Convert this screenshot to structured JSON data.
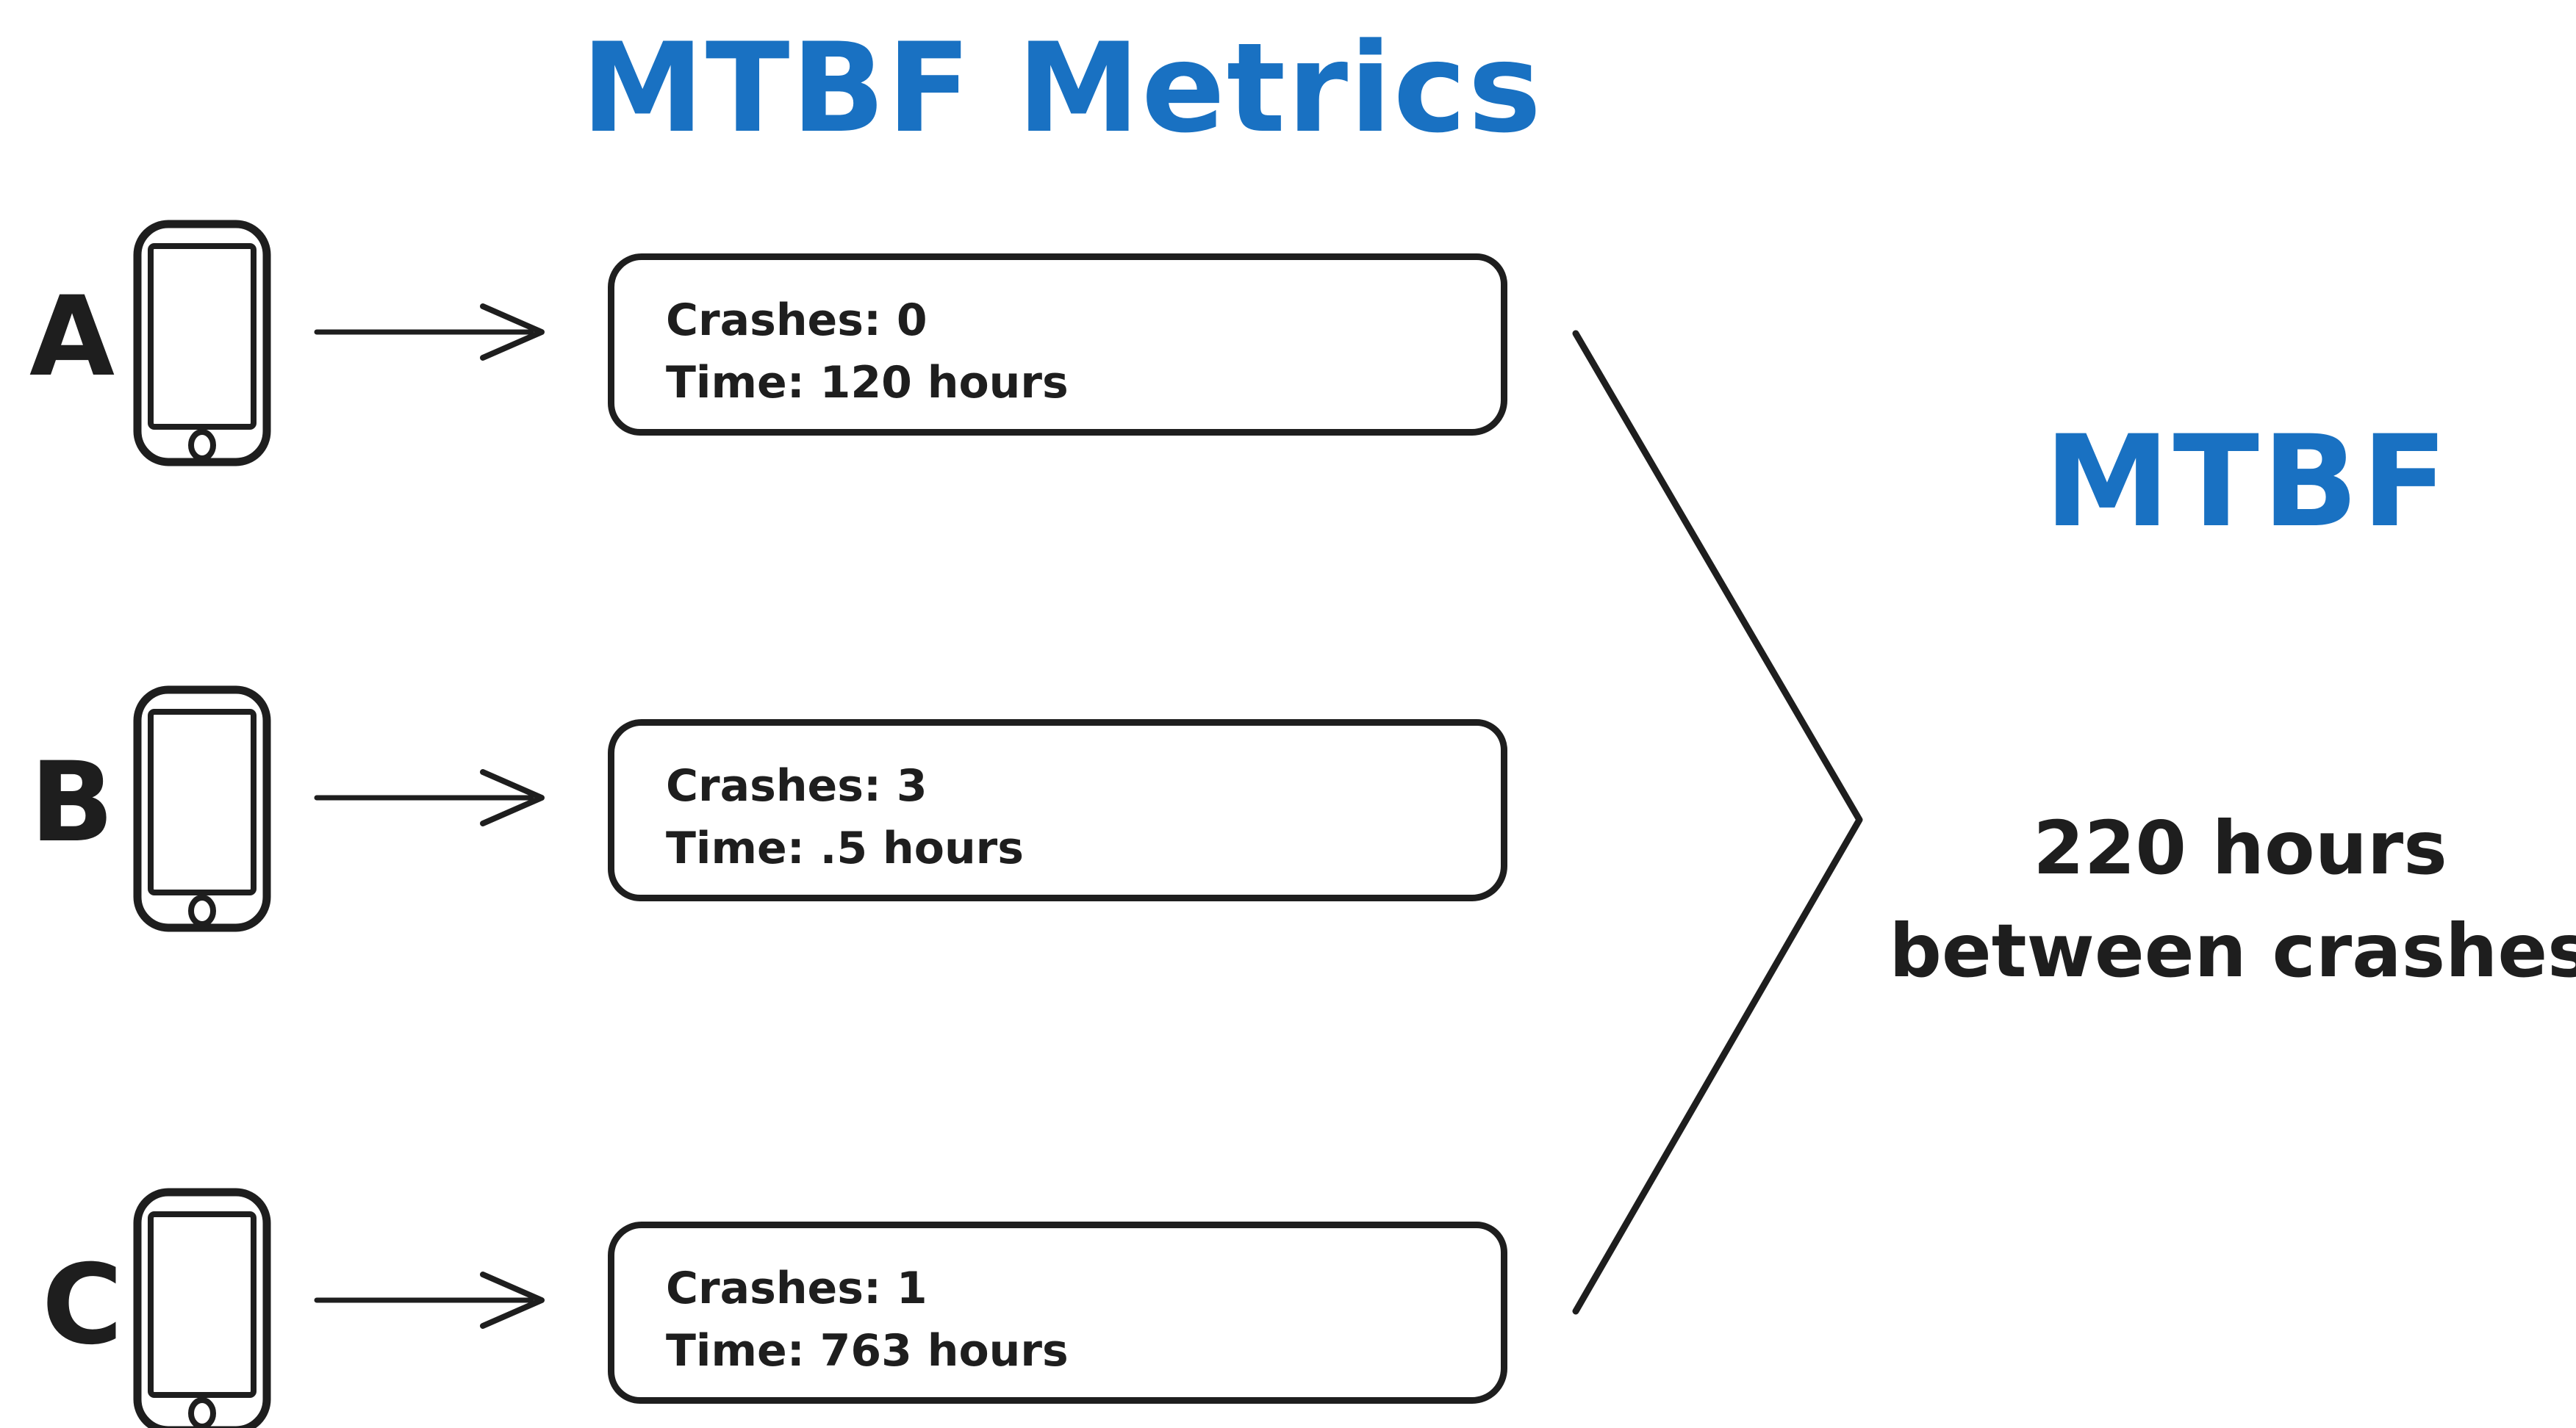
{
  "title": "MTBF Metrics",
  "colors": {
    "accent_blue": "#1971c2",
    "ink": "#1e1e1e",
    "background": "#ffffff"
  },
  "icons": {
    "device": "smartphone-icon",
    "flow": "arrow-right-icon",
    "merge": "chevron-right-icon"
  },
  "devices": [
    {
      "label": "A",
      "crashes_line": "Crashes: 0",
      "time_line": "Time: 120 hours"
    },
    {
      "label": "B",
      "crashes_line": "Crashes: 3",
      "time_line": "Time: .5 hours"
    },
    {
      "label": "C",
      "crashes_line": "Crashes: 1",
      "time_line": "Time: 763 hours"
    }
  ],
  "result": {
    "heading": "MTBF",
    "value_line1": "220 hours",
    "value_line2": "between crashes"
  }
}
